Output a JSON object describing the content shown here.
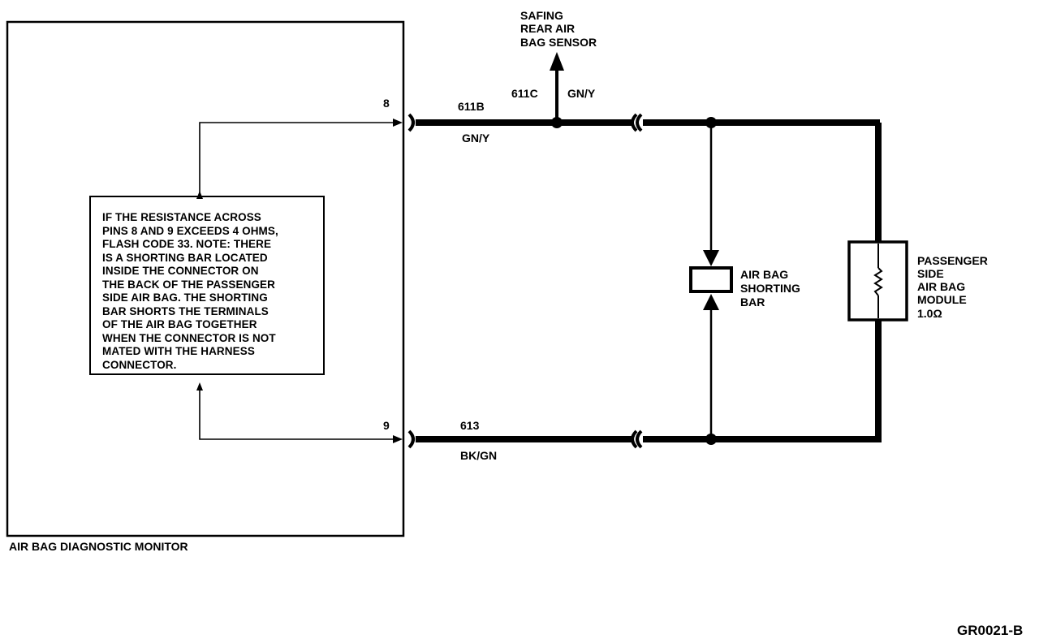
{
  "monitor": {
    "label": "AIR BAG DIAGNOSTIC MONITOR"
  },
  "pins": {
    "top": "8",
    "bottom": "9"
  },
  "wires": {
    "top": {
      "circuit": "611B",
      "color": "GN/Y"
    },
    "branch": {
      "circuit": "611C",
      "color": "GN/Y"
    },
    "bottom": {
      "circuit": "613",
      "color": "BK/GN"
    }
  },
  "safing_sensor": {
    "lines": [
      "SAFING",
      "REAR AIR",
      "BAG SENSOR"
    ]
  },
  "shorting_bar": {
    "lines": [
      "AIR BAG",
      "SHORTING",
      "BAR"
    ]
  },
  "air_bag_module": {
    "lines": [
      "PASSENGER",
      "SIDE",
      "AIR BAG",
      "MODULE",
      "1.0Ω"
    ]
  },
  "note": {
    "lines": [
      "IF THE RESISTANCE ACROSS",
      "PINS 8 AND 9 EXCEEDS 4 OHMS,",
      "FLASH CODE 33. NOTE: THERE",
      "IS A SHORTING BAR LOCATED",
      "INSIDE THE CONNECTOR ON",
      "THE BACK OF THE PASSENGER",
      "SIDE AIR BAG. THE SHORTING",
      "BAR SHORTS THE TERMINALS",
      "OF THE AIR BAG TOGETHER",
      "WHEN THE CONNECTOR IS NOT",
      "MATED WITH THE HARNESS",
      "CONNECTOR."
    ]
  },
  "figure_id": "GR0021-B"
}
